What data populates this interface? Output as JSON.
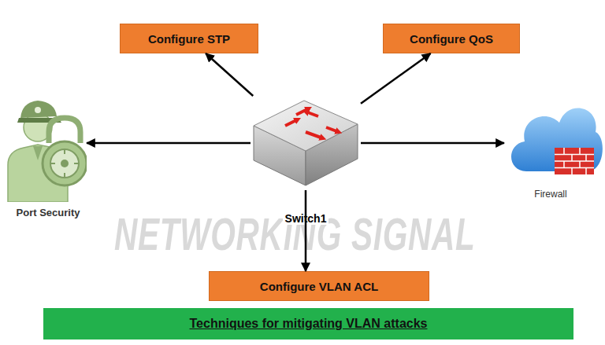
{
  "diagram": {
    "nodes": [
      {
        "text": [
          "Configure STP"
        ]
      },
      {
        "text": [
          "Configure QoS"
        ]
      },
      {
        "text": [
          "Port Security"
        ]
      },
      {
        "text": [
          "Switch1"
        ]
      },
      {
        "text": [
          "Firewall"
        ]
      },
      {
        "text": [
          "Configure VLAN ACL"
        ]
      },
      {
        "text": [
          "Techniques for mitigating VLAN attacks"
        ]
      }
    ],
    "edges": [
      {
        "from": 3,
        "to": 0,
        "arrow": "to"
      },
      {
        "from": 3,
        "to": 1,
        "arrow": "to"
      },
      {
        "from": 3,
        "to": 2,
        "arrow": "to"
      },
      {
        "from": 3,
        "to": 4,
        "arrow": "to"
      },
      {
        "from": 3,
        "to": 5,
        "arrow": "to"
      }
    ],
    "labels": [
      "NETWORKING SIGNAL"
    ]
  }
}
